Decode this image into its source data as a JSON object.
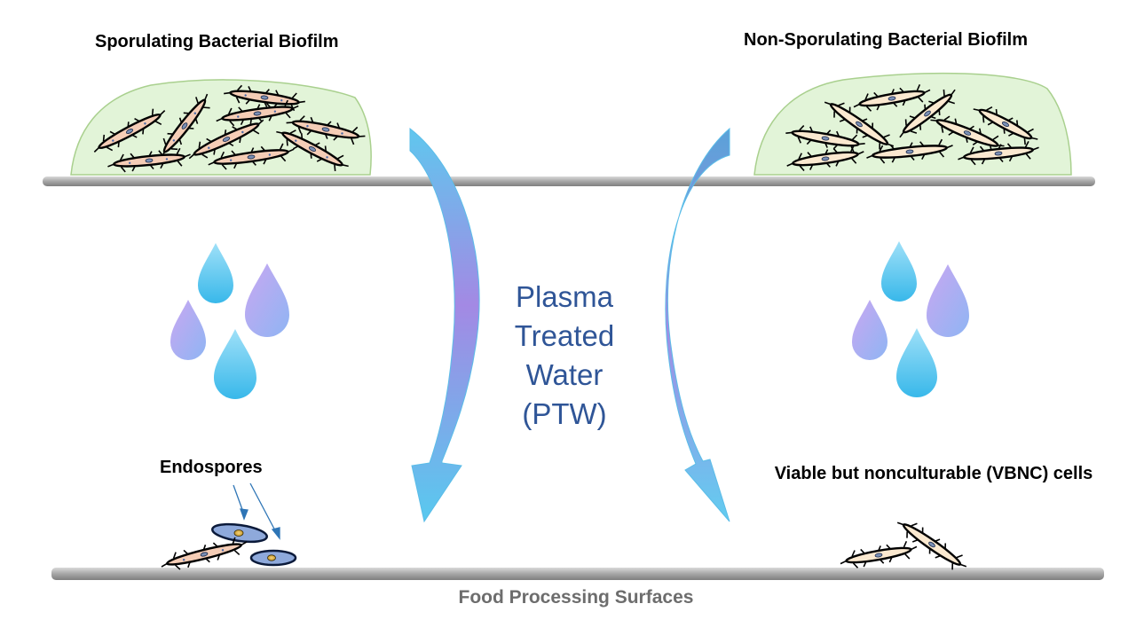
{
  "labels": {
    "left_title": "Sporulating Bacterial Biofilm",
    "right_title": "Non-Sporulating Bacterial Biofilm",
    "center_lines": [
      "Plasma",
      "Treated",
      "Water",
      "(PTW)"
    ],
    "endospores": "Endospores",
    "vbnc": "Viable but nonculturable (VBNC) cells",
    "surface": "Food Processing Surfaces"
  },
  "colors": {
    "biofilm_fill": "#e2f4d8",
    "biofilm_stroke": "#a9d08e",
    "spore_cell": "#f5cdb6",
    "non_spore_cell": "#fbe9d0",
    "endospore": "#8ea9db",
    "text_blue": "#2f5597",
    "surface_gray": "#a6a6a6",
    "drop_blue": "#5bc8f0",
    "drop_purple": "#b89af0"
  }
}
